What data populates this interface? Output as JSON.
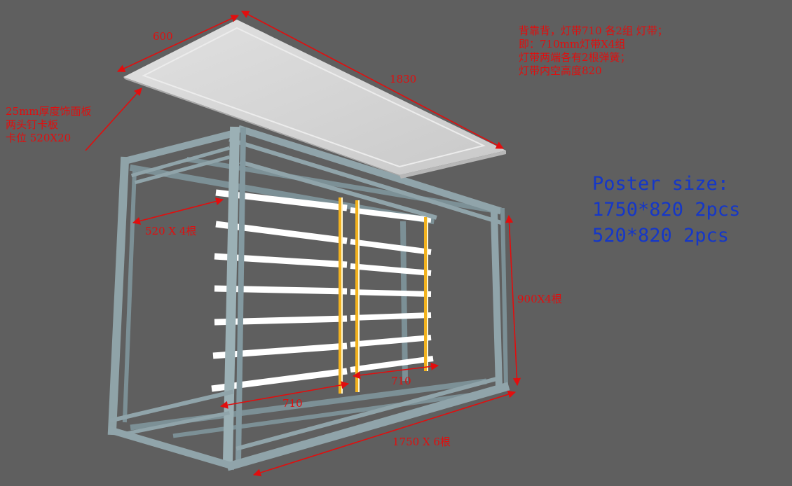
{
  "dimensions": {
    "board_width": "600",
    "board_length": "1830",
    "crossbar": "520 X 4根",
    "height_posts": "900X4根",
    "strip_left": "710",
    "strip_right": "710",
    "bottom_rails": "1750 X 6根"
  },
  "panel_note": [
    "25mm厚度饰面板",
    "两头钉卡板",
    "卡位 520X20"
  ],
  "light_note": [
    "背靠背，灯带710 各2组 灯带；",
    "即：710mm灯带X4组",
    "灯带两端各有2根弹簧；",
    "灯带内空高度820"
  ],
  "poster": {
    "title": "Poster size:",
    "line1": "1750*820 2pcs",
    "line2": "520*820 2pcs"
  },
  "colors": {
    "background": "#5f5f5f",
    "frame": "#8fa3a8",
    "board": "#d2d2d2",
    "annotation": "#e10e0e",
    "poster_text": "#1537c8",
    "strip": "#ffffff",
    "strip_glow": "#f2b21e"
  }
}
